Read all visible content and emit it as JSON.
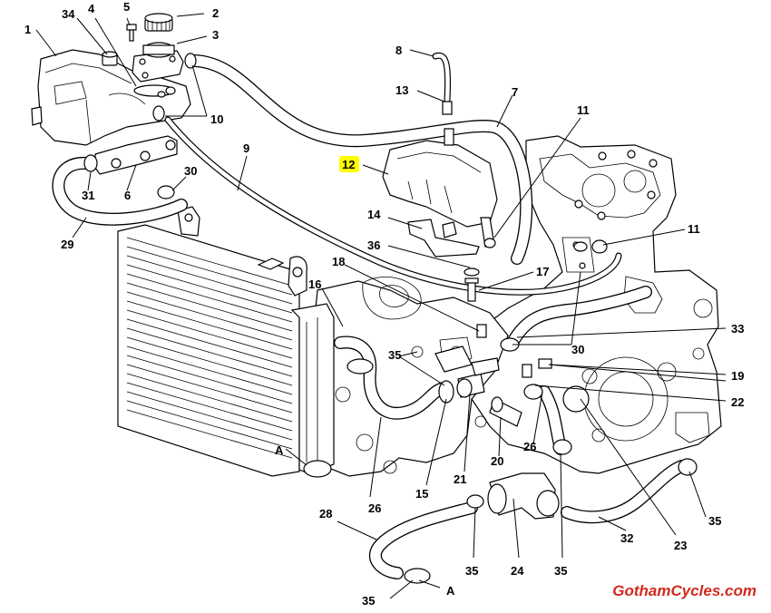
{
  "callouts": [
    {
      "id": "c1",
      "text": "1"
    },
    {
      "id": "c34",
      "text": "34"
    },
    {
      "id": "c4",
      "text": "4"
    },
    {
      "id": "c5",
      "text": "5"
    },
    {
      "id": "c2",
      "text": "2"
    },
    {
      "id": "c3",
      "text": "3"
    },
    {
      "id": "c10",
      "text": "10"
    },
    {
      "id": "c8",
      "text": "8"
    },
    {
      "id": "c13",
      "text": "13"
    },
    {
      "id": "c7",
      "text": "7"
    },
    {
      "id": "c11a",
      "text": "11"
    },
    {
      "id": "c11b",
      "text": "11"
    },
    {
      "id": "c12",
      "text": "12"
    },
    {
      "id": "c9",
      "text": "9"
    },
    {
      "id": "c30a",
      "text": "30"
    },
    {
      "id": "c31",
      "text": "31"
    },
    {
      "id": "c6",
      "text": "6"
    },
    {
      "id": "c29",
      "text": "29"
    },
    {
      "id": "c14",
      "text": "14"
    },
    {
      "id": "c36",
      "text": "36"
    },
    {
      "id": "c17",
      "text": "17"
    },
    {
      "id": "c18",
      "text": "18"
    },
    {
      "id": "c16",
      "text": "16"
    },
    {
      "id": "c33",
      "text": "33"
    },
    {
      "id": "c35a",
      "text": "35"
    },
    {
      "id": "c30b",
      "text": "30"
    },
    {
      "id": "c19",
      "text": "19"
    },
    {
      "id": "c22",
      "text": "22"
    },
    {
      "id": "c26a",
      "text": "26"
    },
    {
      "id": "c26b",
      "text": "26"
    },
    {
      "id": "c20",
      "text": "20"
    },
    {
      "id": "c21",
      "text": "21"
    },
    {
      "id": "c15",
      "text": "15"
    },
    {
      "id": "cAa",
      "text": "A"
    },
    {
      "id": "cAb",
      "text": "A"
    },
    {
      "id": "c28",
      "text": "28"
    },
    {
      "id": "c35b",
      "text": "35"
    },
    {
      "id": "c35c",
      "text": "35"
    },
    {
      "id": "c35d",
      "text": "35"
    },
    {
      "id": "c35e",
      "text": "35"
    },
    {
      "id": "c24",
      "text": "24"
    },
    {
      "id": "c32",
      "text": "32"
    },
    {
      "id": "c23",
      "text": "23"
    }
  ],
  "highlight": {
    "part_number": "12",
    "color": "#ffff00"
  },
  "watermark": {
    "text": "GothamCycles.com",
    "color": "#d22a1e"
  }
}
